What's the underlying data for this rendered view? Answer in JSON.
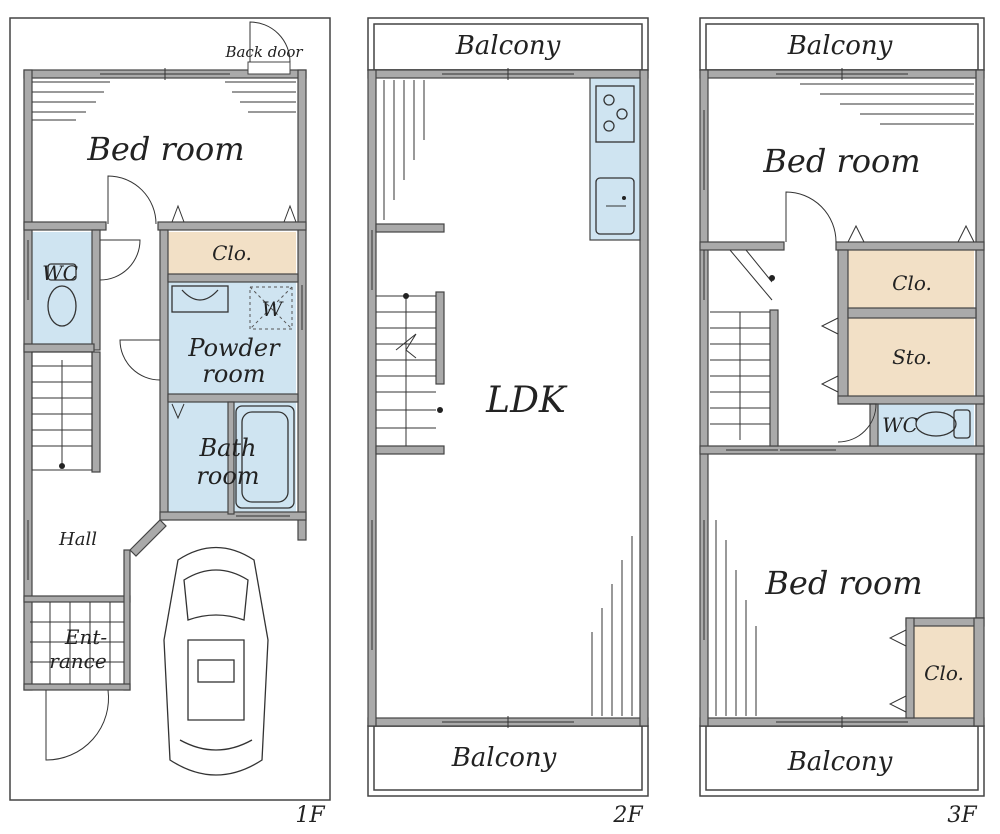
{
  "floor_1": {
    "floor_label": "1F",
    "back_door": "Back door",
    "bedroom": "Bed room",
    "closet": "Clo.",
    "wc": "WC",
    "washer": "W",
    "powder_room_1": "Powder",
    "powder_room_2": "room",
    "bath_room_1": "Bath",
    "bath_room_2": "room",
    "hall": "Hall",
    "entrance_1": "Ent-",
    "entrance_2": "rance"
  },
  "floor_2": {
    "floor_label": "2F",
    "balcony_top": "Balcony",
    "balcony_bottom": "Balcony",
    "ldk": "LDK"
  },
  "floor_3": {
    "floor_label": "3F",
    "balcony_top": "Balcony",
    "balcony_bottom": "Balcony",
    "bedroom_top": "Bed room",
    "bedroom_bottom": "Bed room",
    "closet_top": "Clo.",
    "storage": "Sto.",
    "wc": "WC",
    "closet_bottom": "Clo."
  },
  "colors": {
    "wet_area": "#cfe4f1",
    "storage": "#f2e0c6",
    "wall": "#aaaaaa"
  }
}
